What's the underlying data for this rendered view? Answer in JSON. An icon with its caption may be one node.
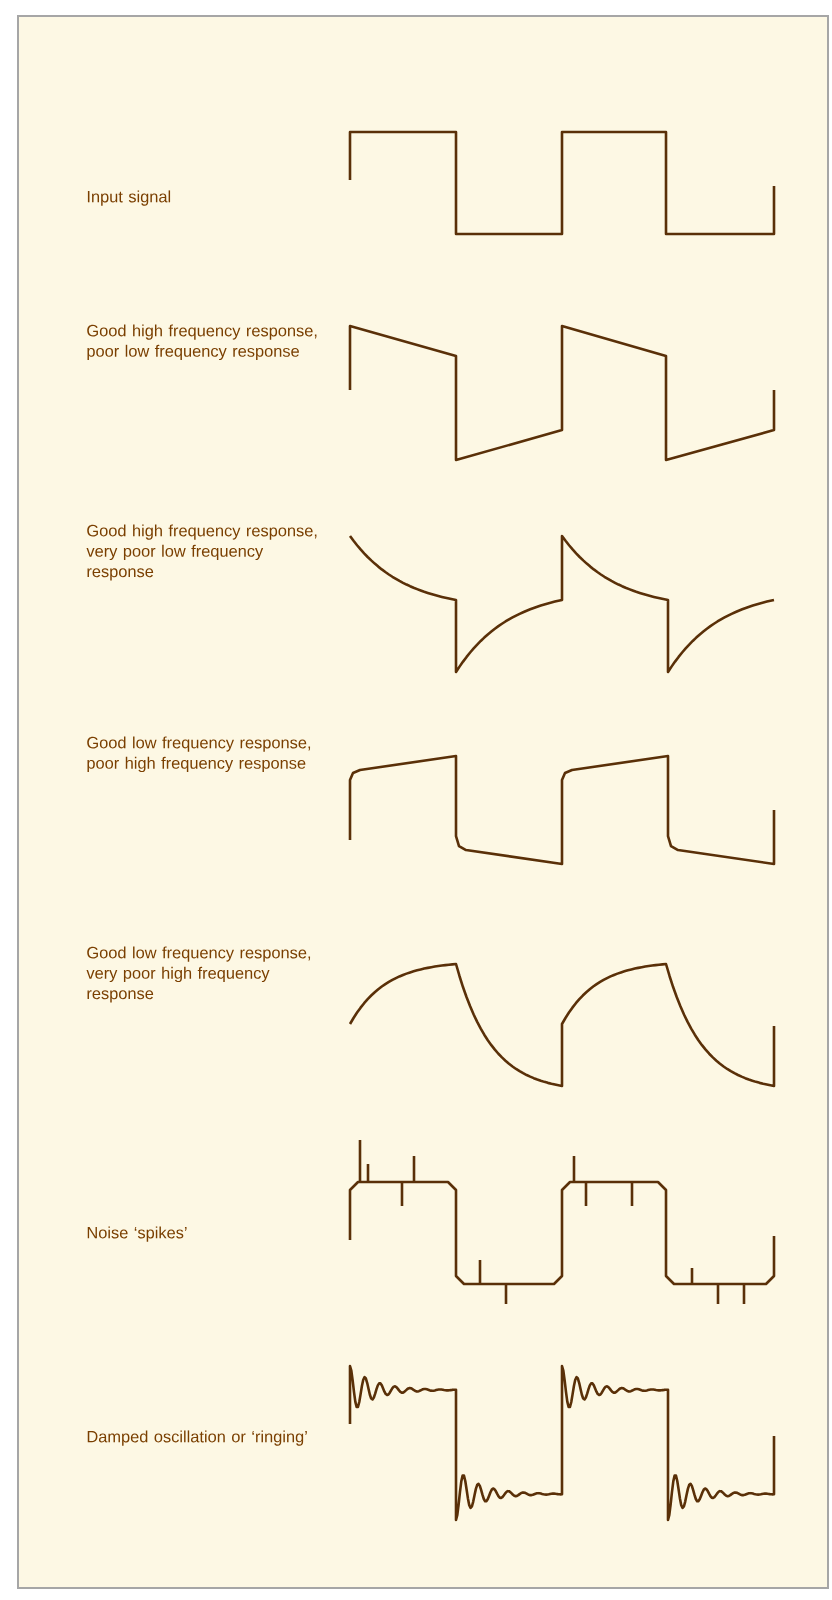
{
  "diagram": {
    "labels": [
      "Input signal",
      "Good high frequency response, poor low frequency response",
      "Good high frequency response, very poor low frequency response",
      "Good low frequency response, poor high frequency response",
      "Good low frequency response, very poor high frequency response",
      "Noise ‘spikes’",
      "Damped oscillation or ‘ringing’"
    ]
  }
}
